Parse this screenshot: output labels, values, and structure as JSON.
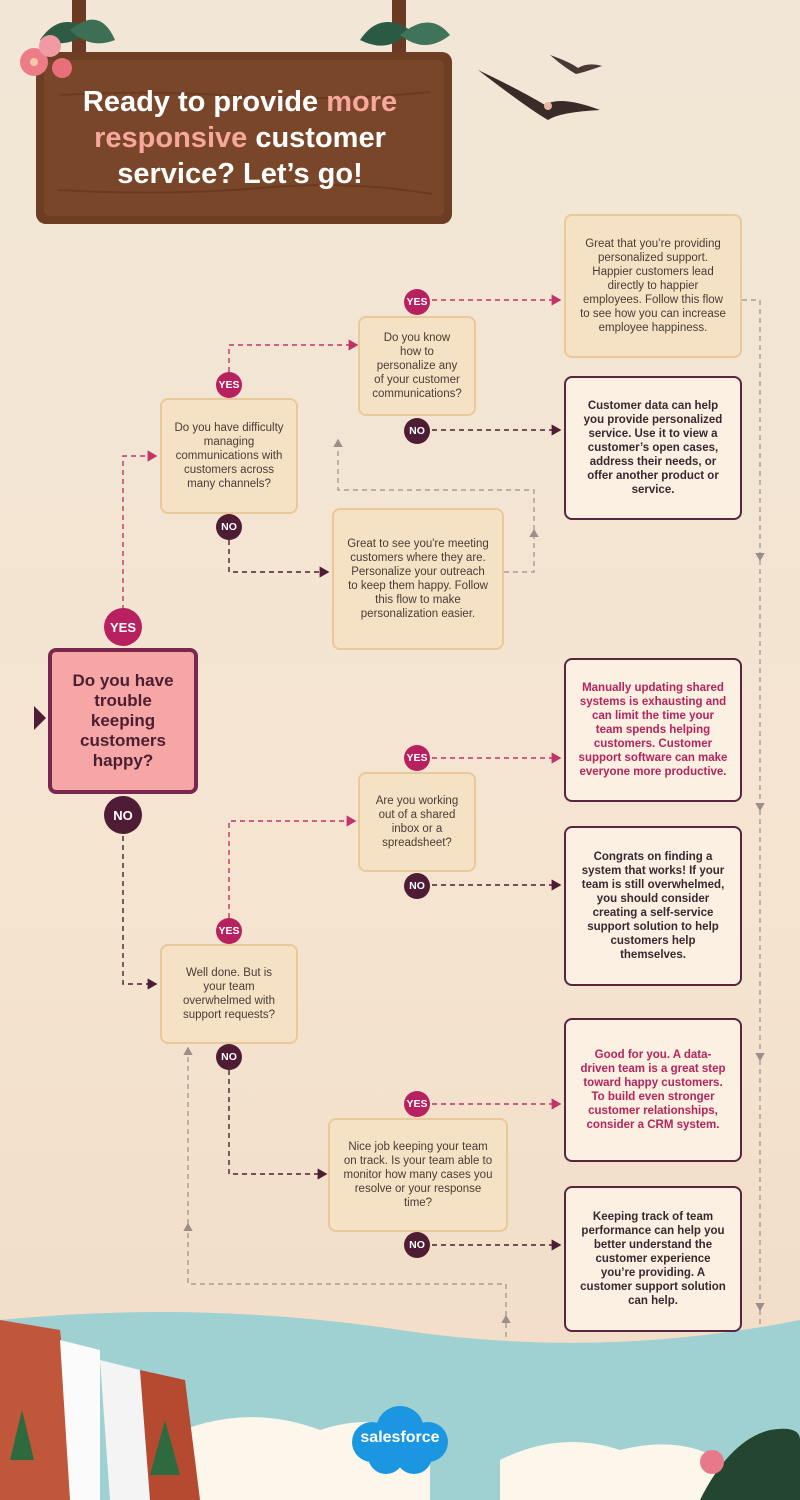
{
  "title": {
    "line1": "Ready to provide ",
    "highlight1": "more",
    "line2_highlight": "responsive",
    "line2_rest": " customer",
    "line3": "service? Let’s go!"
  },
  "start_question": "Do you have trouble keeping customers happy?",
  "labels": {
    "yes": "YES",
    "no": "NO"
  },
  "questions": {
    "channels": "Do you have difficulty managing communications with customers across many channels?",
    "personalize": "Do you know how to personalize any of your customer communications?",
    "shared_inbox": "Are you working out of a shared inbox or a spreadsheet?",
    "overwhelmed": "Well done. But is your team overwhelmed with support requests?",
    "monitor": "Nice job keeping your team on track. Is your team able to monitor how many cases you resolve or your response time?"
  },
  "answers": {
    "meeting_customers": "Great to see you're meeting customers where they are. Personalize your outreach to keep them happy. Follow this flow to make personalization easier.",
    "personalized_support": "Great that you’re providing personalized support. Happier customers lead directly to happier employees. Follow this flow to see how you can increase employee happiness.",
    "customer_data": "Customer data can help you provide personalized service. Use it to view a customer’s open cases, address their needs, or offer another product or service.",
    "manual_updating": "Manually updating shared systems is exhausting and can limit the time your team spends helping customers. Customer support software can make everyone more productive.",
    "congrats": "Congrats on finding a system that works! If your team is still overwhelmed, you should consider creating a self-service support solution to help customers help themselves.",
    "good_for_you": "Good for you. A data-driven team is a great step toward happy customers. To build even stronger customer relationships, consider a CRM system.",
    "keeping_track": "Keeping track of team performance can help you better understand the customer experience you’re providing. A customer support solution can help."
  },
  "logo": "salesforce",
  "colors": {
    "yes": "#b8215f",
    "no": "#4e1d35",
    "dash_pink": "#c2336a",
    "dash_dark": "#4e1d35",
    "dash_grey": "#9b8f8a",
    "sign": "#6b3a22",
    "main_box": "#f6a6a4"
  }
}
